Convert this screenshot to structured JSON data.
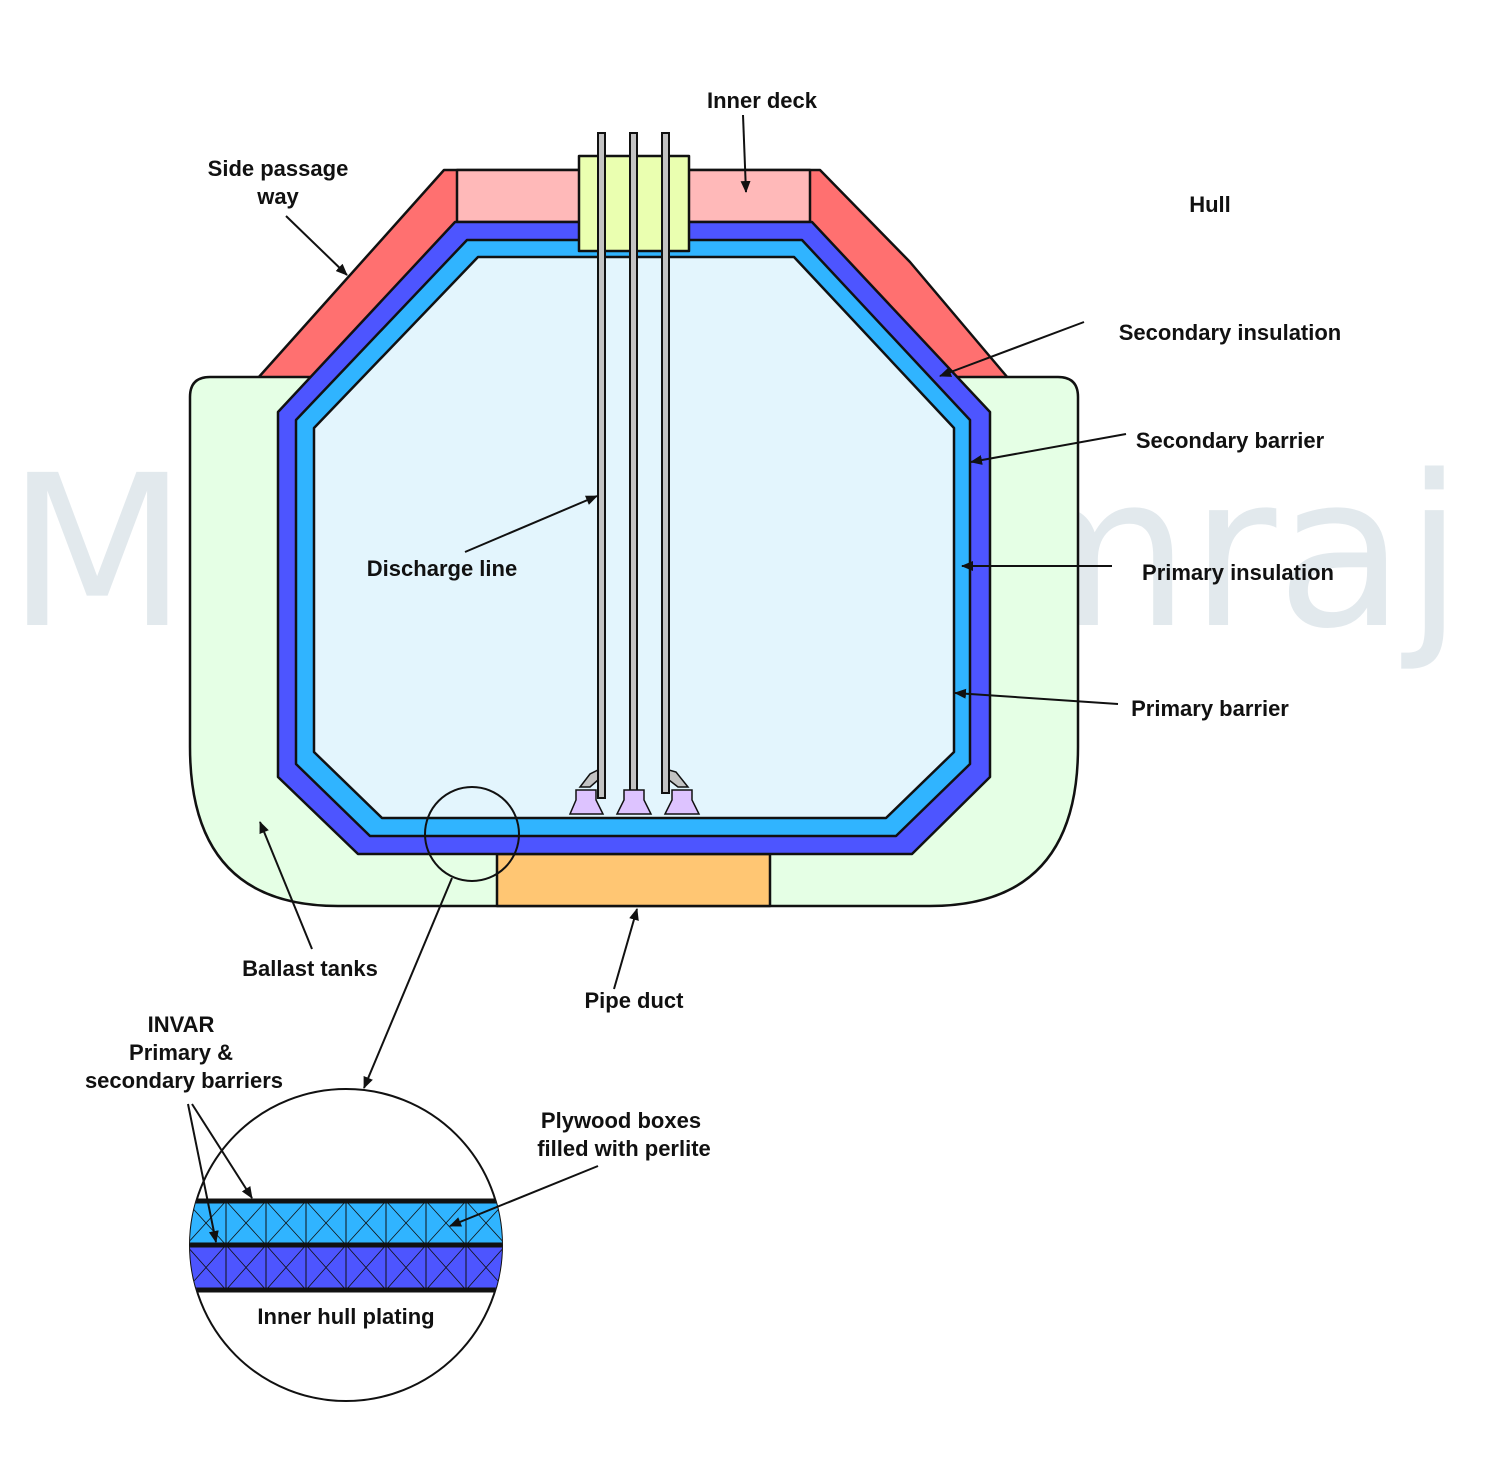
{
  "watermark": {
    "text": "MarineSamraj",
    "color": "#5a7f99"
  },
  "labels": {
    "inner_deck": "Inner deck",
    "side_passage_line1": "Side passage",
    "side_passage_line2": "way",
    "hull": "Hull",
    "secondary_insulation": "Secondary insulation",
    "secondary_barrier": "Secondary barrier",
    "primary_insulation": "Primary insulation",
    "primary_barrier": "Primary barrier",
    "discharge_line": "Discharge line",
    "ballast_tanks": "Ballast tanks",
    "pipe_duct": "Pipe duct",
    "invar_line1": "INVAR",
    "invar_line2": "Primary &",
    "invar_line3": "secondary barriers",
    "plywood_line1": "Plywood boxes",
    "plywood_line2": "filled with perlite",
    "inner_hull_plating": "Inner hull plating"
  },
  "colors": {
    "hull_red": "#ff7070",
    "inner_deck_pink": "#ffb9b9",
    "ballast_green": "#e5ffe5",
    "secondary_insulation_blue": "#4d55ff",
    "primary_insulation_blue": "#30b4ff",
    "cargo_light_blue": "#e3f5fd",
    "pipe_duct_orange": "#ffc673",
    "dome_yellow": "#eaffb0",
    "pump_violet": "#ddc3ff",
    "pipe_grey": "#c3c3c3"
  }
}
